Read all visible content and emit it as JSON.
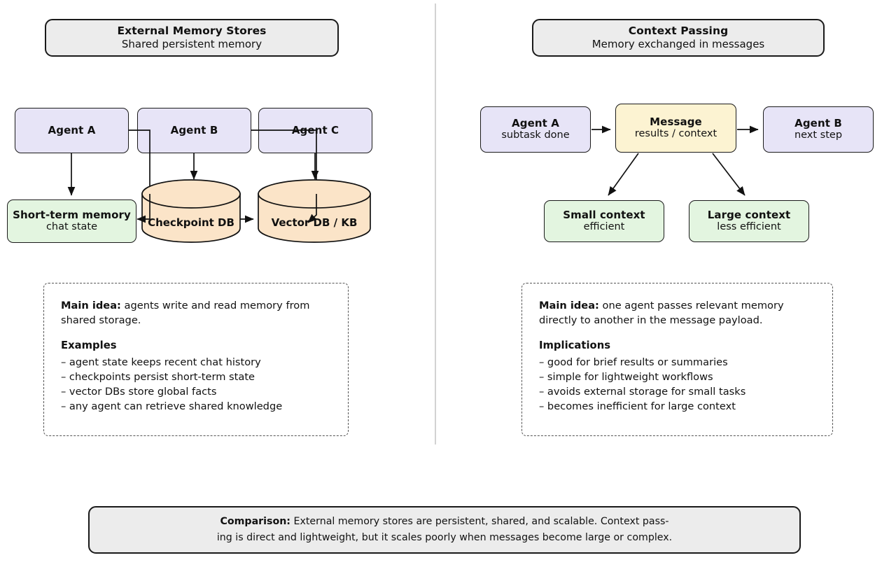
{
  "left": {
    "header": {
      "title": "External Memory Stores",
      "subtitle": "Shared persistent memory"
    },
    "nodes": [
      {
        "name": "agent-a",
        "t1": "Agent A",
        "t2": ""
      },
      {
        "name": "agent-b",
        "t1": "Agent B",
        "t2": ""
      },
      {
        "name": "agent-c",
        "t1": "Agent C",
        "t2": ""
      },
      {
        "name": "short-term-memory",
        "t1": "Short-term memory",
        "t2": "chat state"
      }
    ],
    "stores": [
      {
        "name": "checkpoint-db",
        "label": "Checkpoint DB"
      },
      {
        "name": "vector-db",
        "label": "Vector DB / KB"
      }
    ],
    "panel": {
      "lead_label": "Main idea:",
      "lead_text": " agents write and read memory from shared storage.",
      "section": "Examples",
      "bullets": [
        "– agent state keeps recent chat history",
        "– checkpoints persist short-term state",
        "– vector DBs store global facts",
        "– any agent can retrieve shared knowledge"
      ]
    }
  },
  "right": {
    "header": {
      "title": "Context Passing",
      "subtitle": "Memory exchanged in messages"
    },
    "nodes": [
      {
        "name": "agent-a",
        "t1": "Agent A",
        "t2": "subtask done"
      },
      {
        "name": "message",
        "t1": "Message",
        "t2": "results / context"
      },
      {
        "name": "agent-b",
        "t1": "Agent B",
        "t2": "next step"
      },
      {
        "name": "small-context",
        "t1": "Small context",
        "t2": "efficient"
      },
      {
        "name": "large-context",
        "t1": "Large context",
        "t2": "less efficient"
      }
    ],
    "panel": {
      "lead_label": "Main idea:",
      "lead_text": " one agent passes relevant memory directly to another in the message payload.",
      "section": "Implications",
      "bullets": [
        "– good for brief results or summaries",
        "– simple for lightweight workflows",
        "– avoids external storage for small tasks",
        "– becomes inefficient for large context"
      ]
    }
  },
  "footer": {
    "label": "Comparison:",
    "line1": " External memory stores are persistent, shared, and scalable. Context pass-",
    "line2": "ing is direct and lightweight, but it scales poorly when messages become large or complex."
  },
  "colors": {
    "agent_fill": "#e7e4f7",
    "memory_fill": "#e3f5e0",
    "store_fill": "#fbe4c8",
    "message_fill": "#fcf3d2",
    "header_fill": "#ececec",
    "stroke": "#1a1a1a",
    "divider": "#d2d2d2"
  }
}
